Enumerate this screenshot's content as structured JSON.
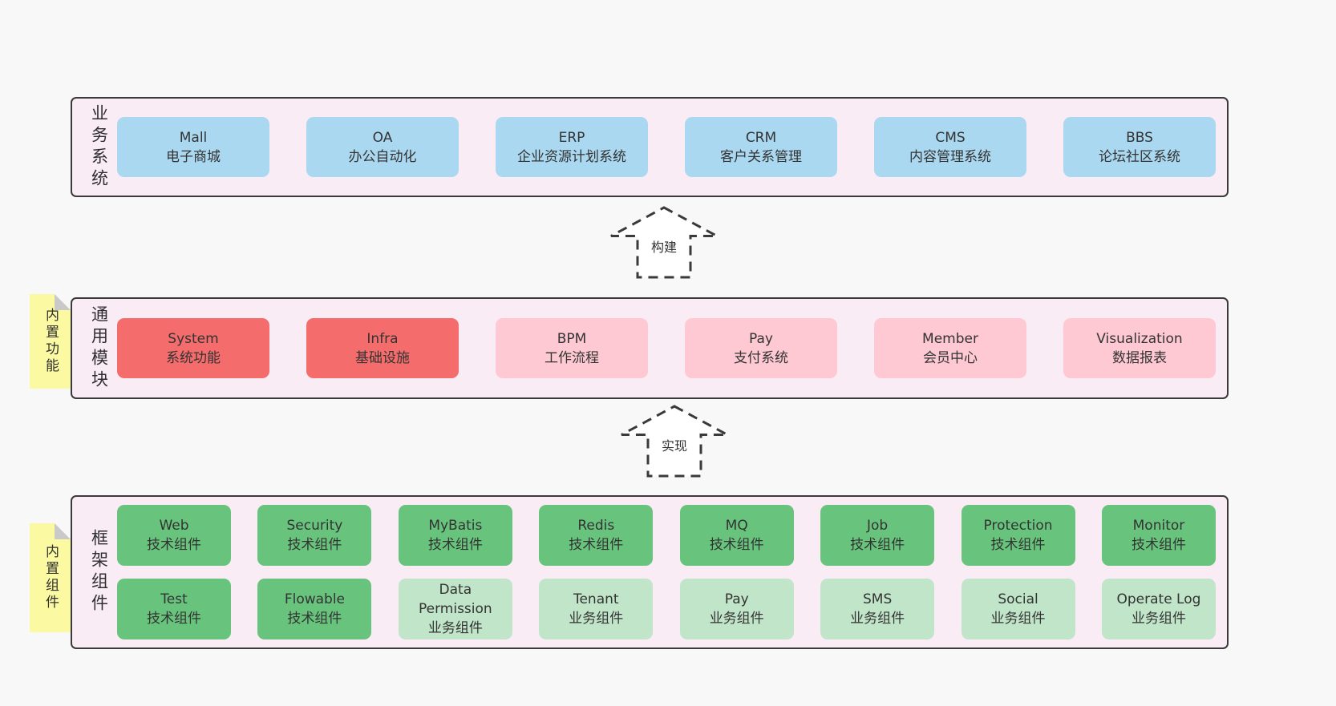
{
  "palette": {
    "page_bg": "#f8f8f8",
    "panel_bg": "#f9ecf5",
    "panel_border": "#3a3a3a",
    "blue": "#aad8f0",
    "red": "#f56c6c",
    "pink": "#fec9d2",
    "green": "#68c47c",
    "light_green": "#c0e5c8",
    "sticky_yellow": "#fbf9a2",
    "text": "#333333"
  },
  "arrows": [
    {
      "label": "构建"
    },
    {
      "label": "实现"
    }
  ],
  "layers": [
    {
      "label": "业务系统",
      "boxes": [
        {
          "title": "Mall",
          "subtitle": "电子商城"
        },
        {
          "title": "OA",
          "subtitle": "办公自动化"
        },
        {
          "title": "ERP",
          "subtitle": "企业资源计划系统"
        },
        {
          "title": "CRM",
          "subtitle": "客户关系管理"
        },
        {
          "title": "CMS",
          "subtitle": "内容管理系统"
        },
        {
          "title": "BBS",
          "subtitle": "论坛社区系统"
        }
      ]
    },
    {
      "label": "通用模块",
      "tag": "内置功能",
      "boxes": [
        {
          "title": "System",
          "subtitle": "系统功能"
        },
        {
          "title": "Infra",
          "subtitle": "基础设施"
        },
        {
          "title": "BPM",
          "subtitle": "工作流程"
        },
        {
          "title": "Pay",
          "subtitle": "支付系统"
        },
        {
          "title": "Member",
          "subtitle": "会员中心"
        },
        {
          "title": "Visualization",
          "subtitle": "数据报表"
        }
      ]
    },
    {
      "label": "框架组件",
      "tag": "内置组件",
      "rows": [
        {
          "boxes": [
            {
              "title": "Web",
              "subtitle": "技术组件"
            },
            {
              "title": "Security",
              "subtitle": "技术组件"
            },
            {
              "title": "MyBatis",
              "subtitle": "技术组件"
            },
            {
              "title": "Redis",
              "subtitle": "技术组件"
            },
            {
              "title": "MQ",
              "subtitle": "技术组件"
            },
            {
              "title": "Job",
              "subtitle": "技术组件"
            },
            {
              "title": "Protection",
              "subtitle": "技术组件"
            },
            {
              "title": "Monitor",
              "subtitle": "技术组件"
            }
          ]
        },
        {
          "boxes": [
            {
              "title": "Test",
              "subtitle": "技术组件"
            },
            {
              "title": "Flowable",
              "subtitle": "技术组件"
            },
            {
              "title": "Data Permission",
              "subtitle": "业务组件"
            },
            {
              "title": "Tenant",
              "subtitle": "业务组件"
            },
            {
              "title": "Pay",
              "subtitle": "业务组件"
            },
            {
              "title": "SMS",
              "subtitle": "业务组件"
            },
            {
              "title": "Social",
              "subtitle": "业务组件"
            },
            {
              "title": "Operate Log",
              "subtitle": "业务组件"
            }
          ]
        }
      ]
    }
  ]
}
